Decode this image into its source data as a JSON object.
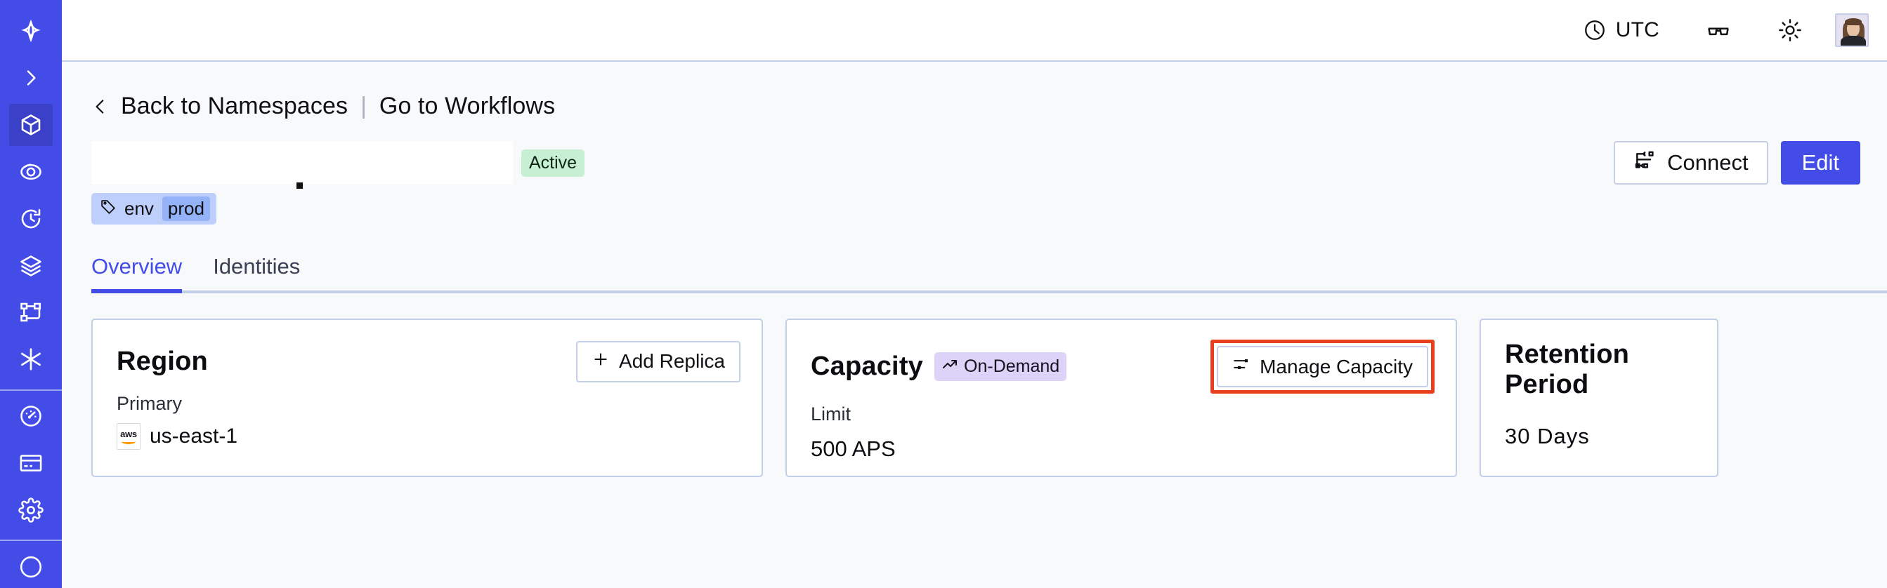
{
  "sidebar": {
    "items": [
      {
        "name": "temporal-logo-icon",
        "label": "Temporal"
      },
      {
        "name": "expand-chevron-icon",
        "label": "Expand"
      },
      {
        "name": "namespaces-cube-icon",
        "label": "Namespaces",
        "active": true
      },
      {
        "name": "observability-eye-icon",
        "label": "Observability"
      },
      {
        "name": "history-clock-icon",
        "label": "History"
      },
      {
        "name": "layers-icon",
        "label": "Layers"
      },
      {
        "name": "workflows-branch-icon",
        "label": "Workflows"
      },
      {
        "name": "nexus-asterisk-icon",
        "label": "Nexus"
      },
      {
        "name": "usage-gauge-icon",
        "label": "Usage"
      },
      {
        "name": "billing-card-icon",
        "label": "Billing"
      },
      {
        "name": "settings-gear-icon",
        "label": "Settings"
      }
    ]
  },
  "header": {
    "timezone_label": "UTC",
    "timezone_icon": "clock-icon",
    "glasses_icon": "glasses-icon",
    "theme_icon": "sun-icon",
    "avatar_name": "user-avatar"
  },
  "breadcrumb": {
    "back_icon": "chevron-left-icon",
    "back_label": "Back to Namespaces",
    "separator": "|",
    "forward_label": "Go to Workflows"
  },
  "namespace": {
    "title": "",
    "status_badge": "Active",
    "tag_icon": "tag-icon",
    "tag_key": "env",
    "tag_value": "prod"
  },
  "actions": {
    "connect_label": "Connect",
    "connect_icon": "connect-flow-icon",
    "edit_label": "Edit"
  },
  "tabs": [
    {
      "label": "Overview",
      "active": true
    },
    {
      "label": "Identities",
      "active": false
    }
  ],
  "cards": {
    "region": {
      "title": "Region",
      "action_label": "Add Replica",
      "action_icon": "plus-icon",
      "sub_label": "Primary",
      "provider_icon": "aws-logo",
      "provider_text": "aws",
      "value": "us-east-1"
    },
    "capacity": {
      "title": "Capacity",
      "badge_label": "On-Demand",
      "badge_icon": "trending-up-icon",
      "action_label": "Manage Capacity",
      "action_icon": "sliders-icon",
      "sub_label": "Limit",
      "value": "500 APS",
      "highlighted": true
    },
    "retention": {
      "title": "Retention Period",
      "value": "30 Days"
    }
  },
  "colors": {
    "brand_blue": "#444ce7",
    "sidebar_active": "#3b40c9",
    "page_bg": "#f7f9fb",
    "border": "#c3cfe6",
    "badge_active_bg": "#c7f0d2",
    "badge_ondemand_bg": "#ddd2f7",
    "tag_bg": "#bdcffa",
    "tag_val_bg": "#93b2f7",
    "highlight_red": "#e8401f"
  }
}
